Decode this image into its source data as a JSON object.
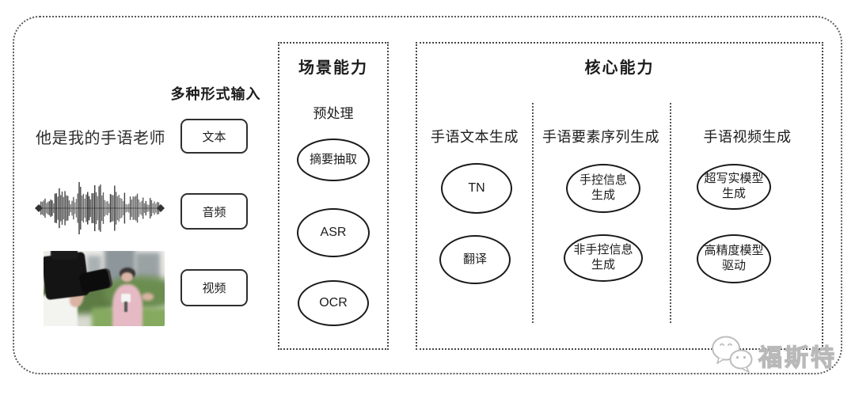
{
  "colors": {
    "ink": "#1c1c1c",
    "frame_gray": "#5a5a5a",
    "watermark_gray": "#b9b9b9",
    "background": "#ffffff"
  },
  "input_section": {
    "title": "多种形式输入",
    "sample_text": "他是我的手语老师",
    "type_labels": {
      "text": "文本",
      "audio": "音频",
      "video": "视频"
    }
  },
  "scene_section": {
    "title": "场景能力",
    "subtitle": "预处理",
    "nodes": [
      "摘要抽取",
      "ASR",
      "OCR"
    ]
  },
  "core_section": {
    "title": "核心能力",
    "columns": [
      {
        "header": "手语文本生成",
        "nodes": [
          "TN",
          "翻译"
        ]
      },
      {
        "header": "手语要素序列生成",
        "nodes": [
          "手控信息\n生成",
          "非手控信息\n生成"
        ]
      },
      {
        "header": "手语视频生成",
        "nodes": [
          "超写实模型\n生成",
          "高精度模型\n驱动"
        ]
      }
    ]
  },
  "watermark": {
    "text": "福斯特",
    "icon": "wechat-logo-icon"
  }
}
